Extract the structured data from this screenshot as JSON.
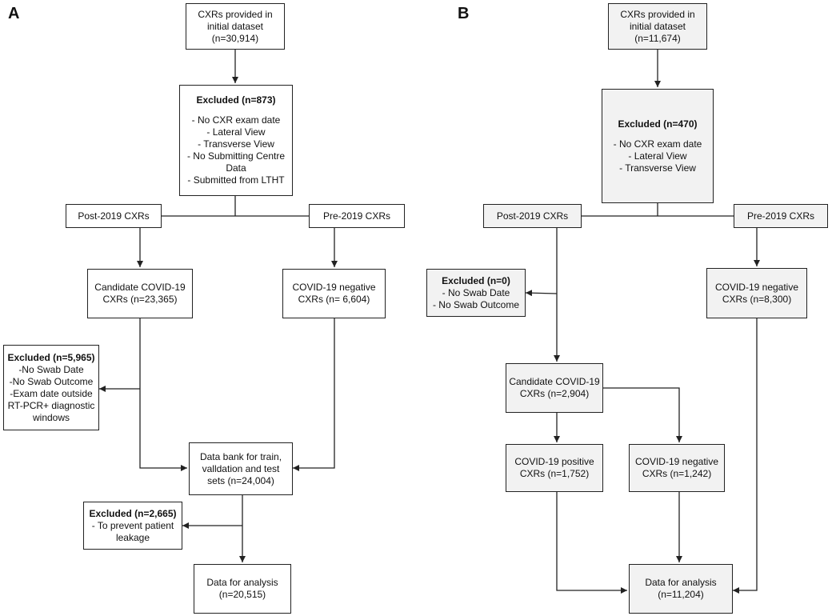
{
  "panels": {
    "a": {
      "label": "A",
      "initial": [
        "CXRs provided in",
        "initial dataset",
        "(n=30,914)"
      ],
      "excluded1": {
        "title": "Excluded (n=873)",
        "items": [
          "- No CXR exam date",
          "- Lateral View",
          "- Transverse View",
          "-  No Submitting Centre",
          "Data",
          "- Submitted from LTHT"
        ]
      },
      "post": "Post-2019 CXRs",
      "pre": "Pre-2019 CXRs",
      "candidate": [
        "Candidate COVID-19",
        "CXRs (n=23,365)"
      ],
      "negative": [
        "COVID-19 negative",
        "CXRs (n= 6,604)"
      ],
      "excluded2": {
        "title": "Excluded (n=5,965)",
        "items": [
          "-No Swab Date",
          "-No Swab Outcome",
          "-Exam date outside",
          "RT-PCR+ diagnostic",
          "windows"
        ]
      },
      "databank": [
        "Data bank for train,",
        "valldation and test",
        "sets (n=24,004)"
      ],
      "excluded3": {
        "title": "Excluded (n=2,665)",
        "items": [
          "- To prevent patient",
          "leakage"
        ]
      },
      "analysis": [
        "Data for analysis",
        "(n=20,515)"
      ]
    },
    "b": {
      "label": "B",
      "initial": [
        "CXRs provided in",
        "initial dataset",
        "(n=11,674)"
      ],
      "excluded1": {
        "title": "Excluded (n=470)",
        "items": [
          "- No CXR exam date",
          "- Lateral View",
          "- Transverse View"
        ]
      },
      "post": "Post-2019 CXRs",
      "pre": "Pre-2019 CXRs",
      "excluded2": {
        "title": "Excluded (n=0)",
        "items": [
          "- No Swab Date",
          "- No Swab Outcome"
        ]
      },
      "negative_pre": [
        "COVID-19 negative",
        "CXRs (n=8,300)"
      ],
      "candidate": [
        "Candidate COVID-19",
        "CXRs (n=2,904)"
      ],
      "positive": [
        "COVID-19 positive",
        "CXRs (n=1,752)"
      ],
      "negative_post": [
        "COVID-19 negative",
        "CXRs (n=1,242)"
      ],
      "analysis": [
        "Data for analysis",
        "(n=11,204)"
      ]
    }
  }
}
